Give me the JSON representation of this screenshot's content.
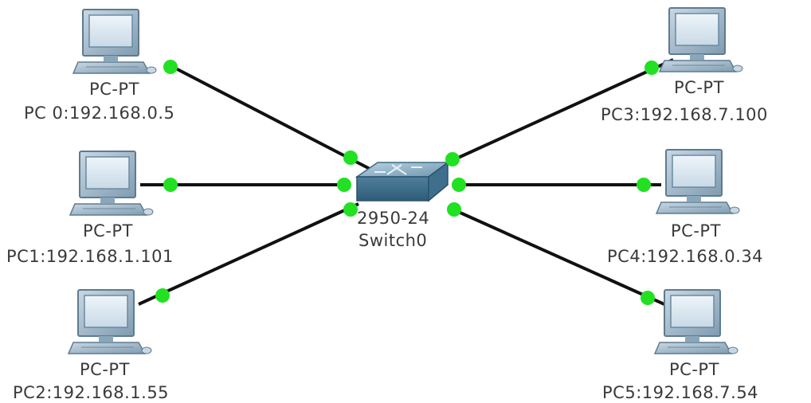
{
  "switch": {
    "model": "2950-24",
    "name": "Switch0"
  },
  "pcs": [
    {
      "type": "PC-PT",
      "label": "PC 0:192.168.0.5"
    },
    {
      "type": "PC-PT",
      "label": "PC1:192.168.1.101"
    },
    {
      "type": "PC-PT",
      "label": "PC2:192.168.1.55"
    },
    {
      "type": "PC-PT",
      "label": "PC3:192.168.7.100"
    },
    {
      "type": "PC-PT",
      "label": "PC4:192.168.0.34"
    },
    {
      "type": "PC-PT",
      "label": "PC5:192.168.7.54"
    }
  ],
  "links": [
    {
      "from": "pc0",
      "to": "switch0",
      "status": "up"
    },
    {
      "from": "pc1",
      "to": "switch0",
      "status": "up"
    },
    {
      "from": "pc2",
      "to": "switch0",
      "status": "up"
    },
    {
      "from": "pc3",
      "to": "switch0",
      "status": "up"
    },
    {
      "from": "pc4",
      "to": "switch0",
      "status": "up"
    },
    {
      "from": "pc5",
      "to": "switch0",
      "status": "up"
    }
  ],
  "colors": {
    "link": "#111111",
    "link_up": "#22e022",
    "label_text": "#3a3a3a",
    "device_body": "#9fb7c9",
    "screen": "#dbe7f0"
  }
}
